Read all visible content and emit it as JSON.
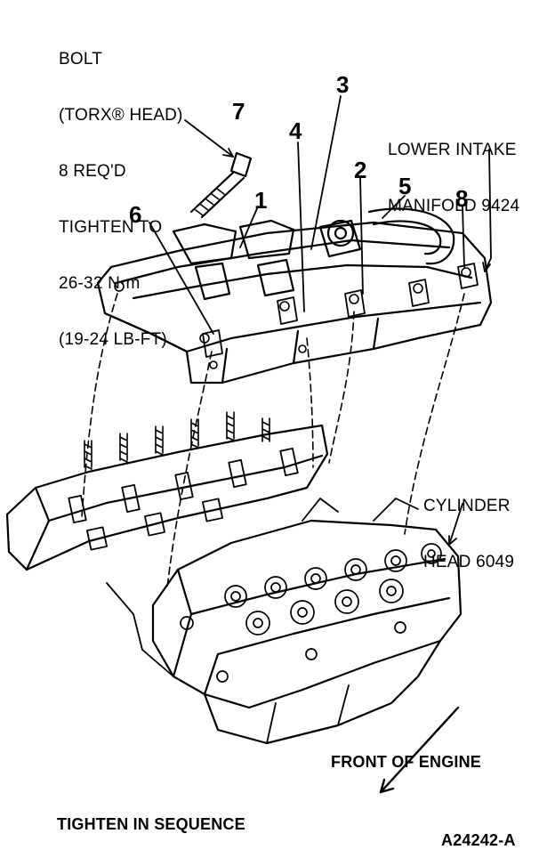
{
  "labels": {
    "bolt_lines": [
      "BOLT",
      "(TORX® HEAD)",
      "8 REQ'D",
      "TIGHTEN TO",
      "26-32 N·m",
      "(19-24 LB-FT)"
    ],
    "lower_intake_lines": [
      "LOWER INTAKE",
      "MANIFOLD 9424"
    ],
    "cylinder_head_lines": [
      "CYLINDER",
      "HEAD 6049"
    ],
    "front_of_engine": "FRONT OF ENGINE",
    "tighten_in_sequence": "TIGHTEN IN SEQUENCE",
    "figure_code": "A24242-A"
  },
  "sequence_numbers": [
    "1",
    "2",
    "3",
    "4",
    "5",
    "6",
    "7",
    "8"
  ],
  "colors": {
    "ink": "#000000",
    "paper": "#ffffff"
  }
}
